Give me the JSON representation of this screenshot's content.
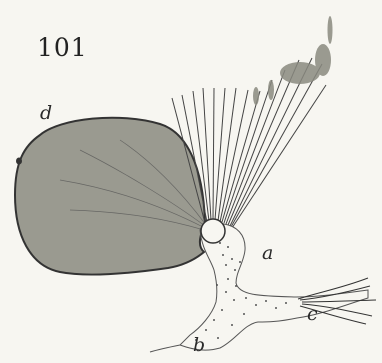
{
  "figure": {
    "number": "101",
    "labels": {
      "a": "a",
      "b": "b",
      "c": "c",
      "d": "d"
    }
  },
  "colors": {
    "background": "#f7f6f1",
    "fill": "#9a9a90",
    "ink": "#333333"
  }
}
